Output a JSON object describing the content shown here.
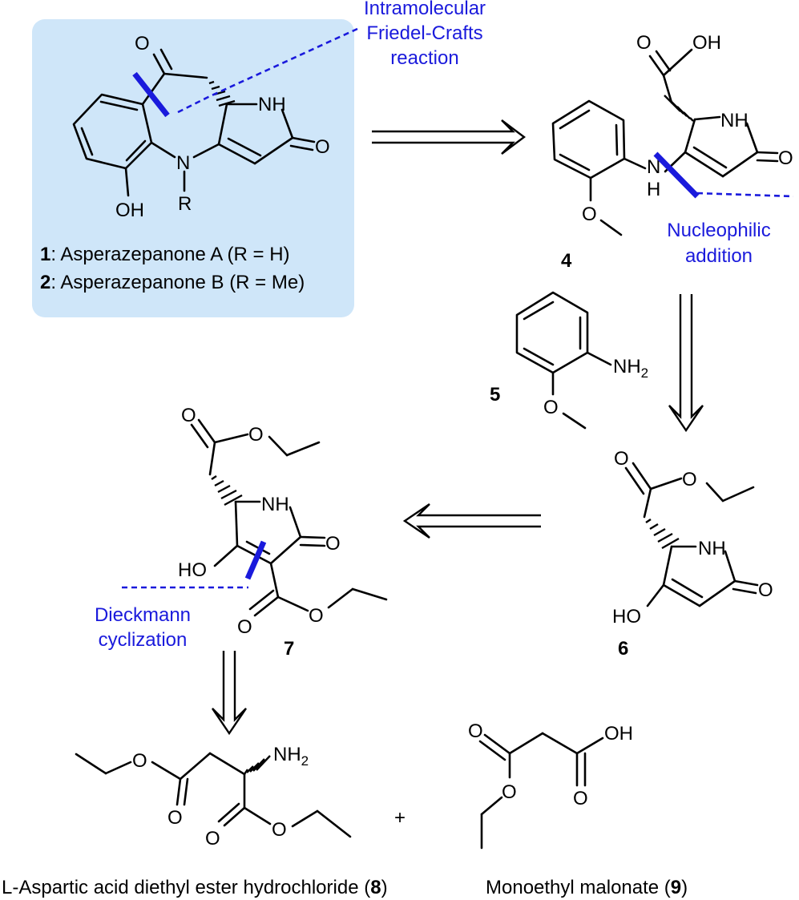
{
  "highlight_box": {
    "fill": "#cfe6f9"
  },
  "annotations": {
    "friedel_crafts_line1": "Intramolecular",
    "friedel_crafts_line2": "Friedel-Crafts",
    "friedel_crafts_line3": "reaction",
    "nucleophilic_line1": "Nucleophilic",
    "nucleophilic_line2": "addition",
    "dieckmann_line1": "Dieckmann",
    "dieckmann_line2": "cyclization",
    "color": "#1a1adc"
  },
  "compounds": {
    "c1_number": "1",
    "c1_text": ": Asperazepanone A (R = H)",
    "c2_number": "2",
    "c2_text": ": Asperazepanone B (R = Me)",
    "c4": "4",
    "c5": "5",
    "c6": "6",
    "c7": "7",
    "c8_text": "L-Aspartic acid diethyl ester hydrochloride (",
    "c8_number": "8",
    "c8_close": ")",
    "c9_text": "Monoethyl malonate (",
    "c9_number": "9",
    "c9_close": ")",
    "plus": "+"
  },
  "atoms": {
    "O": "O",
    "OH": "OH",
    "HO": "HO",
    "NH": "NH",
    "N": "N",
    "H": "H",
    "R": "R",
    "NH2_main": "NH",
    "NH2_sub": "2"
  }
}
